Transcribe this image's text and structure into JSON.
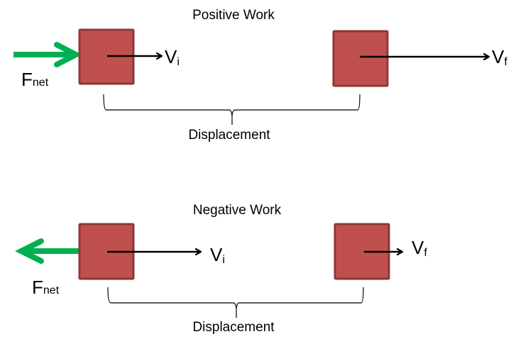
{
  "colors": {
    "box_fill": "#c0504d",
    "box_stroke": "#8c3836",
    "force_arrow": "#00b050",
    "velocity_arrow": "#000000",
    "brace": "#000000",
    "text": "#000000"
  },
  "panels": [
    {
      "id": "positive",
      "title": "Positive Work",
      "force_label": {
        "main": "F",
        "sub": "net"
      },
      "force_direction": "right",
      "initial_velocity": {
        "main": "V",
        "sub": "i"
      },
      "final_velocity": {
        "main": "V",
        "sub": "f"
      },
      "final_velocity_relative": "larger",
      "displacement_label": "Displacement"
    },
    {
      "id": "negative",
      "title": "Negative Work",
      "force_label": {
        "main": "F",
        "sub": "net"
      },
      "force_direction": "left",
      "initial_velocity": {
        "main": "V",
        "sub": "i"
      },
      "final_velocity": {
        "main": "V",
        "sub": "f"
      },
      "final_velocity_relative": "smaller",
      "displacement_label": "Displacement"
    }
  ]
}
